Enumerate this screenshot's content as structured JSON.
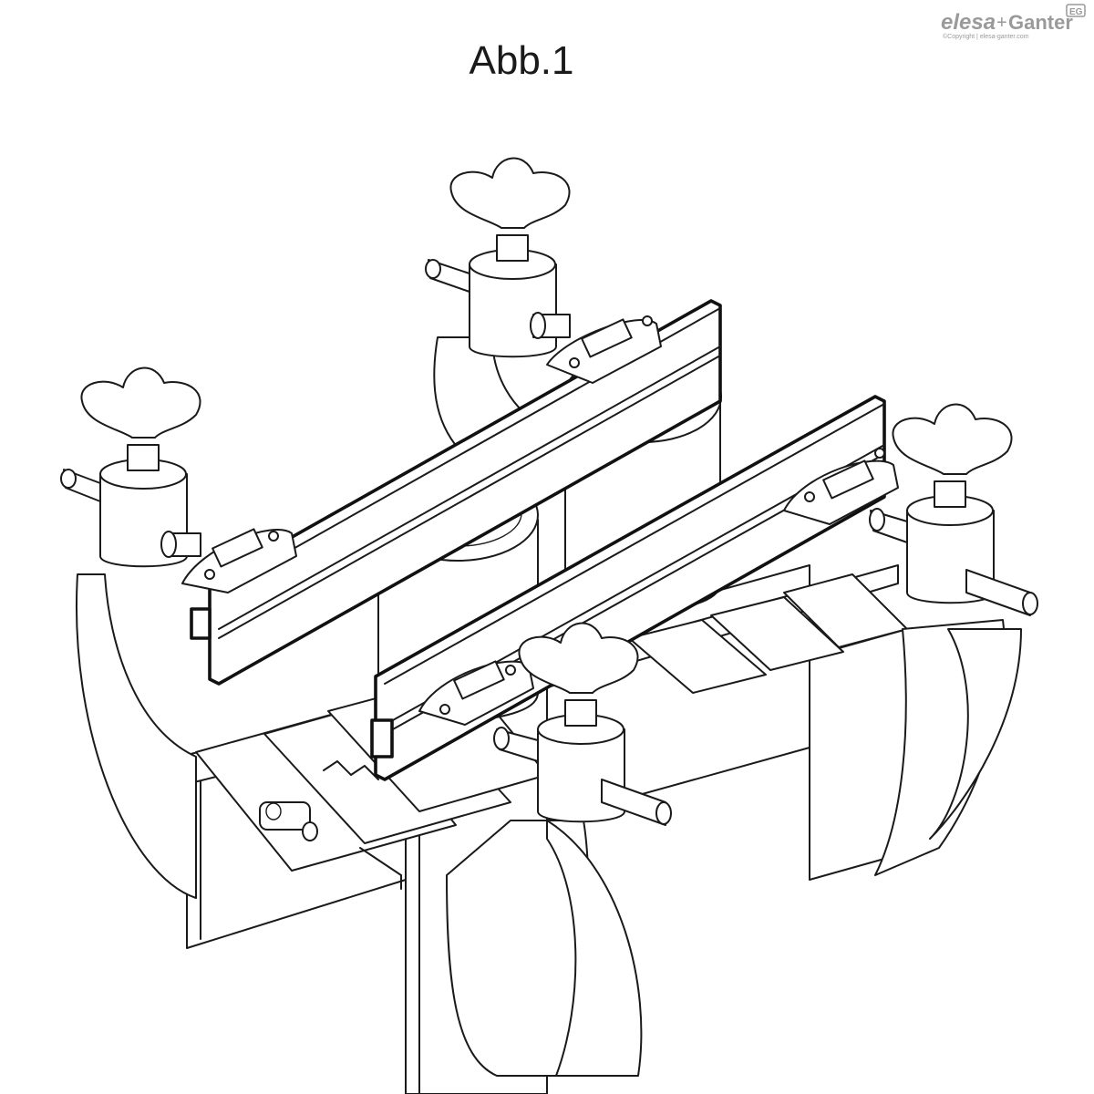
{
  "figure": {
    "title": "Abb.1"
  },
  "logo": {
    "brand_left": "elesa",
    "brand_plus": "+",
    "brand_right": "Ganter",
    "badge": "EG",
    "copyright": "©Copyright | elesa-ganter.com"
  },
  "colors": {
    "line": "#1a1a1a",
    "background": "#ffffff",
    "logo_gray": "#9a9a9a"
  }
}
